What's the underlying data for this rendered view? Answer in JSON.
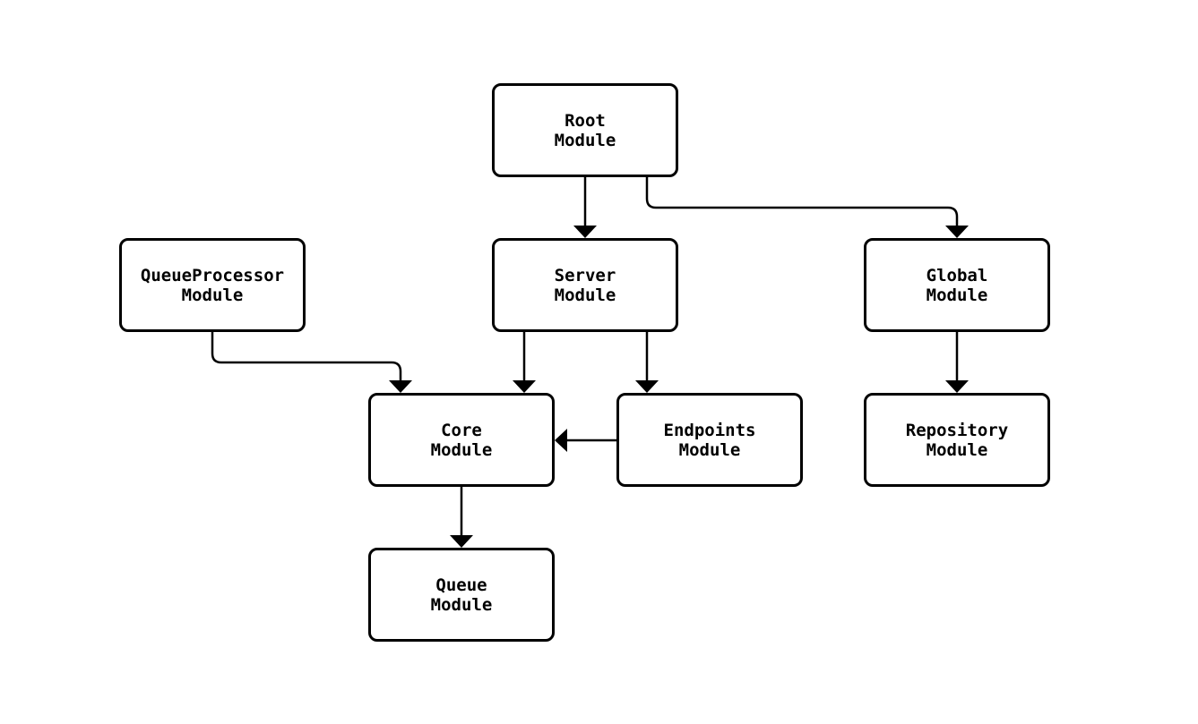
{
  "diagram": {
    "type": "module-dependency-flowchart",
    "colors": {
      "background": "#ffffff",
      "node_fill": "#ffffff",
      "node_border": "#000000",
      "edge": "#000000",
      "text": "#000000"
    },
    "nodes": {
      "root": {
        "line1": "Root",
        "line2": "Module"
      },
      "queueprocessor": {
        "line1": "QueueProcessor",
        "line2": "Module"
      },
      "server": {
        "line1": "Server",
        "line2": "Module"
      },
      "global": {
        "line1": "Global",
        "line2": "Module"
      },
      "core": {
        "line1": "Core",
        "line2": "Module"
      },
      "endpoints": {
        "line1": "Endpoints",
        "line2": "Module"
      },
      "repository": {
        "line1": "Repository",
        "line2": "Module"
      },
      "queue": {
        "line1": "Queue",
        "line2": "Module"
      }
    },
    "edges": [
      {
        "from": "Root Module",
        "to": "Server Module"
      },
      {
        "from": "Root Module",
        "to": "Global Module"
      },
      {
        "from": "QueueProcessor Module",
        "to": "Core Module"
      },
      {
        "from": "Server Module",
        "to": "Core Module"
      },
      {
        "from": "Server Module",
        "to": "Endpoints Module"
      },
      {
        "from": "Endpoints Module",
        "to": "Core Module"
      },
      {
        "from": "Global Module",
        "to": "Repository Module"
      },
      {
        "from": "Core Module",
        "to": "Queue Module"
      }
    ]
  }
}
